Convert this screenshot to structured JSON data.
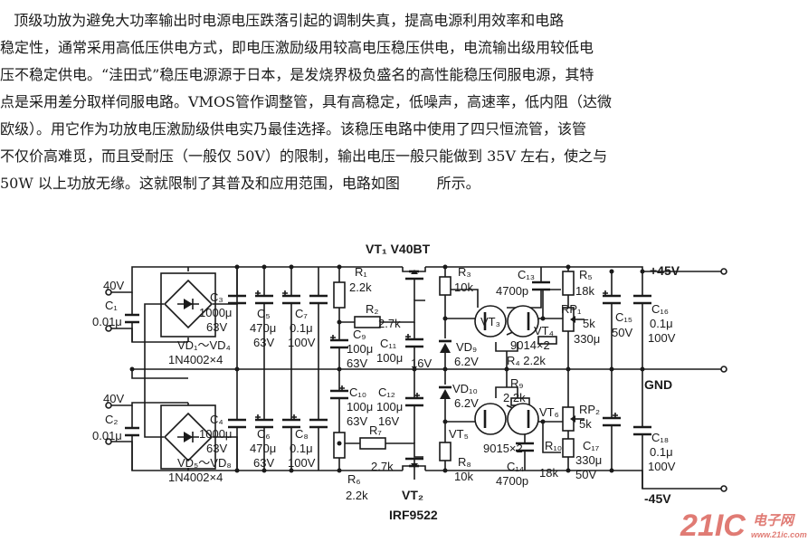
{
  "paragraph": {
    "lines": [
      "   顶级功放为避免大功率输出时电源电压跌落引起的调制失真，提高电源利用效率和电路",
      "稳定性，通常采用高低压供电方式，即电压激励级用较高电压稳压供电，电流输出级用较低电",
      "压不稳定供电。“洼田式”稳压电源源于日本，是发烧界极负盛名的高性能稳压伺服电源，其特",
      "点是采用差分取样伺服电路。VMOS管作调整管，具有高稳定，低噪声，高速率，低内阻（达微",
      "欧级）。用它作为功放电压激励级供电实乃最佳选择。该稳压电路中使用了四只恒流管，该管",
      "不仅价高难觅，而且受耐压（一般仅 50V）的限制，输出电压一般只能做到 35V 左右，使之与",
      "50W 以上功放无缘。这就限制了其普及和应用范围，电路如图        所示。"
    ]
  },
  "diagram": {
    "labels": {
      "vt1": "VT₁ V40BT",
      "in_top": "40V",
      "in_bot": "40V",
      "c1": "C₁",
      "c1_val": "0.01μ",
      "c2": "C₂",
      "c2_val": "0.01μ",
      "c3": "C₃",
      "c3_val1": "1000μ",
      "c3_val2": "63V",
      "c4": "C₄",
      "c4_val1": "1000μ",
      "c4_val2": "63V",
      "c5": "C₅",
      "c5_val1": "470μ",
      "c5_val2": "63V",
      "c6": "C₆",
      "c6_val1": "470μ",
      "c6_val2": "63V",
      "c7": "C₇",
      "c7_val1": "0.1μ",
      "c7_val2": "100V",
      "c8": "C₈",
      "c8_val1": "0.1μ",
      "c8_val2": "100V",
      "vd_top": "VD₁～VD₄",
      "vd_top_part": "1N4002×4",
      "vd_bot": "VD₅～VD₈",
      "vd_bot_part": "1N4002×4",
      "r1": "R₁",
      "r1_val": "2.2k",
      "r2": "R₂",
      "r2_val": "2.7k",
      "c9": "C₉",
      "c9_val1": "100μ",
      "c9_val2": "63V",
      "c11": "C₁₁",
      "c11_val": "100μ",
      "c11_v": "16V",
      "r3": "R₃",
      "r3_val": "10k",
      "vd9": "VD₉",
      "vd9_val": "6.2V",
      "c13": "C₁₃",
      "c13_val": "4700p",
      "vt3": "VT₃",
      "vt4": "VT₄",
      "q_top_part": "9014×2",
      "r4_val": "R₄ 2.2k",
      "r5": "R₅",
      "r5_val": "18k",
      "rp1": "RP₁",
      "rp1_val1": "5k",
      "rp1_val2": "330μ",
      "c15": "C₁₅",
      "c15_val": "50V",
      "c16": "C₁₆",
      "c16_val1": "0.1μ",
      "c16_val2": "100V",
      "out_pos": "+45V",
      "gnd": "GND",
      "c10": "C₁₀",
      "c10_val1": "100μ",
      "c10_val2": "63V",
      "c12": "C₁₂",
      "c12_val1": "100μ",
      "c12_val2": "16V",
      "vd10": "VD₁₀",
      "vd10_val": "6.2V",
      "r9": "R₉",
      "r9_val": "2.2k",
      "vt5": "VT₅",
      "vt6": "VT₆",
      "q_bot_part": "9015×2",
      "r10": "R₁₀",
      "r10_val": "18k",
      "rp2": "RP₂",
      "rp2_val": "5k",
      "c17": "C₁₇",
      "c17_val1": "330μ",
      "c17_val2": "50V",
      "c18": "C₁₈",
      "c18_val1": "0.1μ",
      "c18_val2": "100V",
      "r7": "R₇",
      "r7_val": "2.7k",
      "r6": "R₆",
      "r6_val": "2.2k",
      "r8": "R₈",
      "r8_val": "10k",
      "c14": "C₁₄",
      "c14_val": "4700p",
      "vt2": "VT₂",
      "vt2_part": "IRF9522",
      "out_neg": "-45V"
    },
    "watermark": {
      "logo": "21IC",
      "cn": "电子网",
      "url": "www.21ic.com"
    }
  }
}
